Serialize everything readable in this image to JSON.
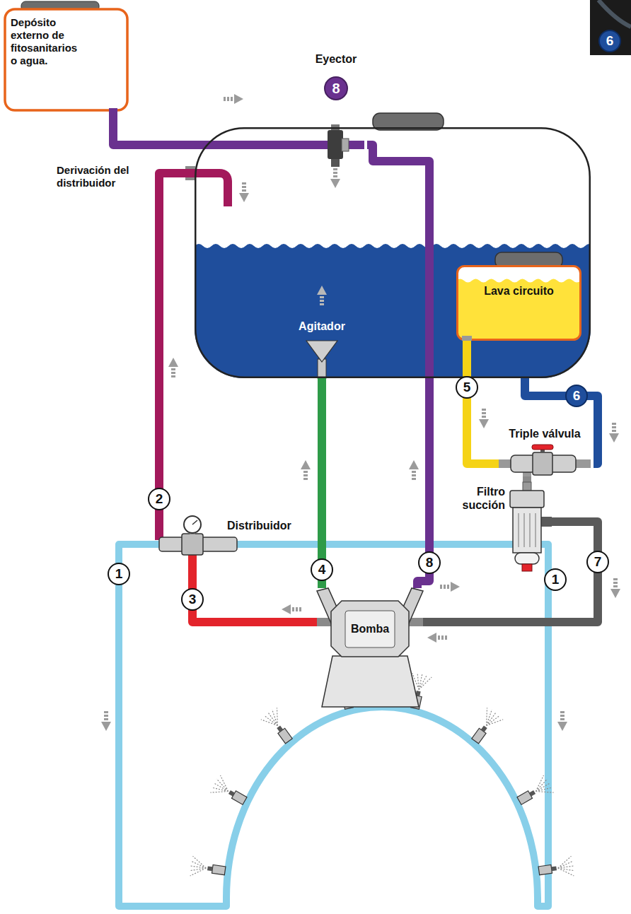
{
  "diagram": {
    "nodes": [
      {
        "text": [
          "Depósito externo de fitosanitarios o agua."
        ]
      },
      {
        "text": [
          "Eyector",
          "8"
        ]
      },
      {
        "text": [
          "Agitador"
        ]
      },
      {
        "text": [
          "Lava circuito"
        ],
        "in": 2
      },
      {
        "text": [
          "Triple válvula"
        ]
      },
      {
        "text": [
          "Filtro succión"
        ]
      },
      {
        "text": [
          "Distribuidor"
        ]
      },
      {
        "text": [
          "Bomba"
        ]
      }
    ],
    "edges": [
      {
        "from": 0,
        "to": 1,
        "arrow": "none"
      },
      {
        "from": 7,
        "to": 6,
        "label": "3",
        "arrow": "none"
      },
      {
        "from": 6,
        "to": 2,
        "label": "2",
        "arrow": "none"
      },
      {
        "from": 7,
        "to": 2,
        "label": "4",
        "arrow": "none"
      },
      {
        "from": 7,
        "to": 1,
        "label": "8",
        "arrow": "none"
      },
      {
        "from": 3,
        "to": 4,
        "label": "5",
        "arrow": "none"
      },
      {
        "from": 2,
        "to": 4,
        "label": "6",
        "arrow": "none"
      },
      {
        "from": 4,
        "to": 5,
        "arrow": "none"
      },
      {
        "from": 5,
        "to": 7,
        "label": "7",
        "arrow": "none"
      }
    ],
    "labels": [
      "Derivación del distribuidor",
      "1",
      "1",
      "6"
    ]
  }
}
